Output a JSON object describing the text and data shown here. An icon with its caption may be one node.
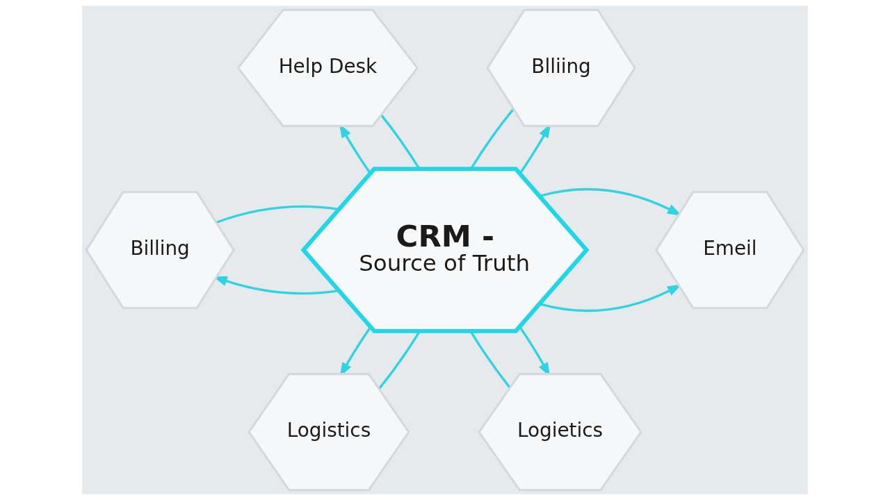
{
  "diagram": {
    "nodes": [
      {
        "text": [
          "Help Desk"
        ]
      },
      {
        "text": [
          "Blliing"
        ]
      },
      {
        "text": [
          "Billing"
        ]
      },
      {
        "text": [
          "CRM -",
          "Source of Truth"
        ]
      },
      {
        "text": [
          "Emeil"
        ]
      },
      {
        "text": [
          "Logistics"
        ]
      },
      {
        "text": [
          "Logietics"
        ]
      }
    ],
    "edges": [
      {
        "from": 3,
        "to": 0,
        "arrow": "to"
      },
      {
        "from": 3,
        "to": 0,
        "arrow": "none"
      },
      {
        "from": 3,
        "to": 1,
        "arrow": "none"
      },
      {
        "from": 3,
        "to": 1,
        "arrow": "to"
      },
      {
        "from": 3,
        "to": 2,
        "arrow": "to"
      },
      {
        "from": 3,
        "to": 2,
        "arrow": "none"
      },
      {
        "from": 3,
        "to": 4,
        "arrow": "to"
      },
      {
        "from": 3,
        "to": 4,
        "arrow": "to"
      },
      {
        "from": 3,
        "to": 5,
        "arrow": "to"
      },
      {
        "from": 3,
        "to": 5,
        "arrow": "none"
      },
      {
        "from": 3,
        "to": 6,
        "arrow": "none"
      },
      {
        "from": 3,
        "to": 6,
        "arrow": "to"
      }
    ]
  }
}
